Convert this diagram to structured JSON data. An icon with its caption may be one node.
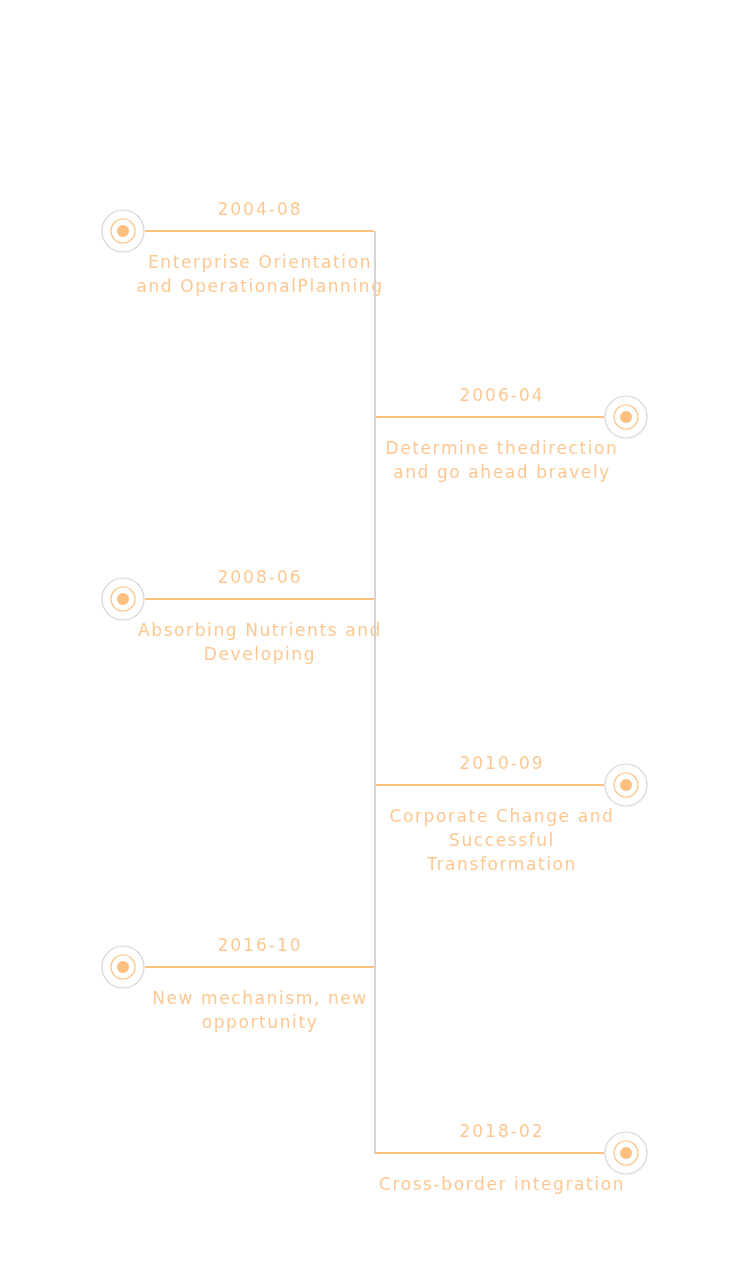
{
  "diagram": {
    "nodes": [
      {
        "text": [],
        "shape": "circle",
        "beside": [
          "2004-08",
          "Enterprise Orientation and OperationalPlanning"
        ]
      },
      {
        "text": [],
        "shape": "circle",
        "beside": [
          "2006-04",
          "Determine thedirection and go ahead bravely"
        ]
      },
      {
        "text": [],
        "shape": "circle",
        "beside": [
          "2008-06",
          "Absorbing Nutrients and Developing"
        ]
      },
      {
        "text": [],
        "shape": "circle",
        "beside": [
          "2010-09",
          "Corporate Change and Successful Transformation"
        ]
      },
      {
        "text": [],
        "shape": "circle",
        "beside": [
          "2016-10",
          "New mechanism, new opportunity"
        ]
      },
      {
        "text": [],
        "shape": "circle",
        "beside": [
          "2018-02",
          "Cross-border integration"
        ]
      },
      {
        "text": [],
        "shape": "bar"
      }
    ],
    "edges": [
      {
        "from": 6,
        "to": 0,
        "arrow": "none"
      },
      {
        "from": 6,
        "to": 1,
        "arrow": "none"
      },
      {
        "from": 6,
        "to": 2,
        "arrow": "none"
      },
      {
        "from": 6,
        "to": 3,
        "arrow": "none"
      },
      {
        "from": 6,
        "to": 4,
        "arrow": "none"
      },
      {
        "from": 6,
        "to": 5,
        "arrow": "none"
      }
    ]
  }
}
